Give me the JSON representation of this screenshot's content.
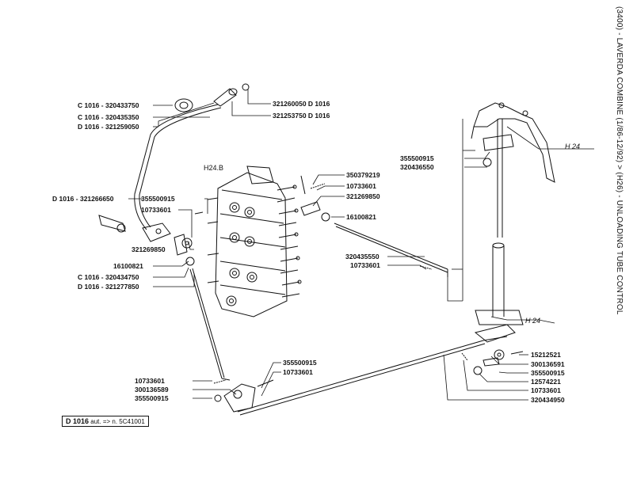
{
  "title": "(3400) - LAVERDA COMBINE (1/86-12/92) > (H26) - UNLOADING TUBE CONTROL",
  "note": {
    "model": "D 1016",
    "text": "aut. => n. 5C41001"
  },
  "group_ref": "H24.B",
  "section_refs": [
    "H 24",
    "H 24"
  ],
  "labels": {
    "c1016_320433750": "C 1016 - 320433750",
    "c1016_320435350": "C 1016 - 320435350",
    "d1016_321259050": "D 1016 - 321259050",
    "d1016_321266650": "D 1016 - 321266650",
    "p355500915_a": "355500915",
    "p10733601_a": "10733601",
    "p321269850_a": "321269850",
    "p16100821_a": "16100821",
    "c1016_320434750": "C 1016 - 320434750",
    "d1016_321277850": "D 1016 - 321277850",
    "p321260050": "321260050 D 1016",
    "p321253750": "321253750 D 1016",
    "p350379219": "350379219",
    "p10733601_b": "10733601",
    "p321269850_b": "321269850",
    "p16100821_b": "16100821",
    "p355500915_b": "355500915",
    "p320436550": "320436550",
    "p320435550": "320435550",
    "p10733601_c": "10733601",
    "p15212521": "15212521",
    "p300136591": "300136591",
    "p355500915_c": "355500915",
    "p12574221": "12574221",
    "p10733601_d": "10733601",
    "p320434950": "320434950",
    "p355500915_d": "355500915",
    "p10733601_e": "10733601",
    "p10733601_f": "10733601",
    "p300136589": "300136589",
    "p355500915_e": "355500915"
  }
}
